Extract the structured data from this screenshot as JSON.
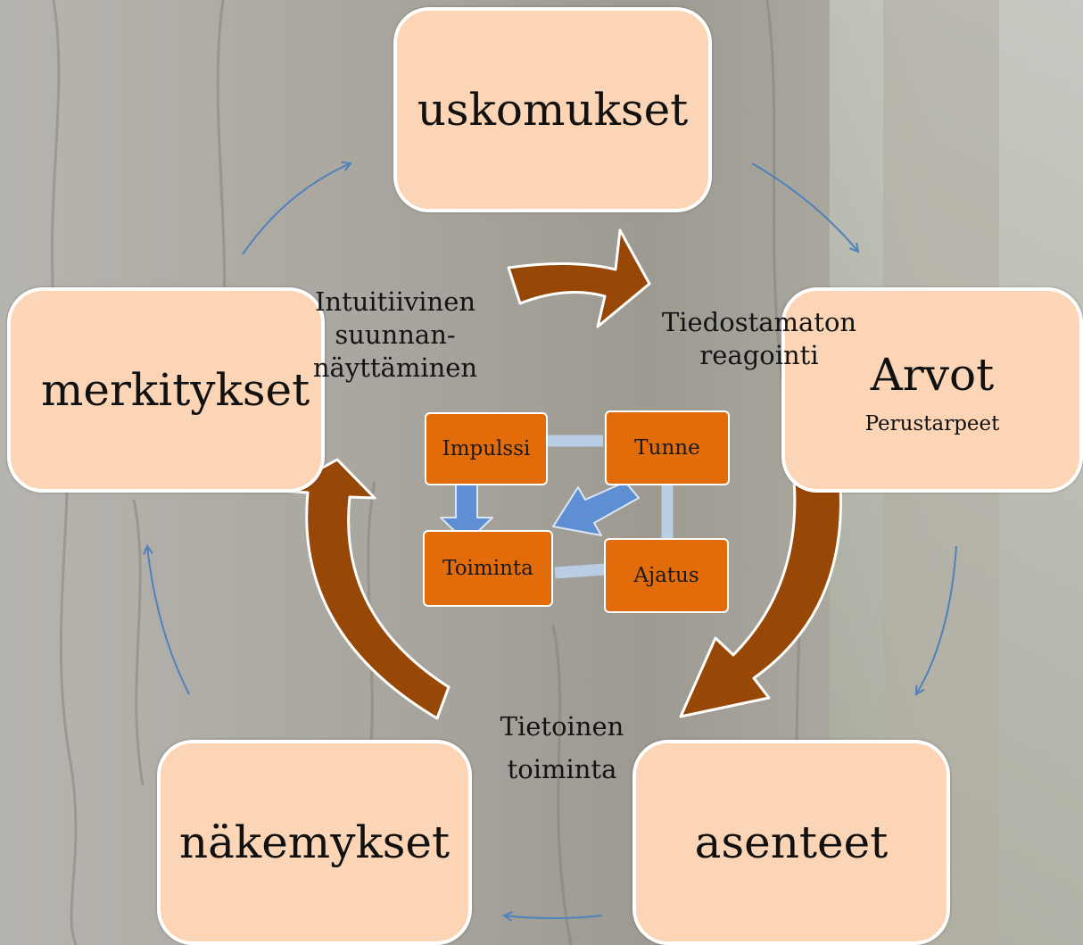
{
  "outer_nodes": {
    "uskomukset": "uskomukset",
    "arvot": "Arvot",
    "arvot_sub": "Perustarpeet",
    "asenteet": "asenteet",
    "nakemykset": "näkemykset",
    "merkitykset": "merkitykset"
  },
  "labels": {
    "intuitive_1": "Intuitiivinen",
    "intuitive_2": "suunnan-",
    "intuitive_3": "näyttäminen",
    "unconscious_1": "Tiedostamaton",
    "unconscious_2": "reagointi",
    "conscious_1": "Tietoinen",
    "conscious_2": "toiminta"
  },
  "inner_nodes": {
    "impulssi": "Impulssi",
    "tunne": "Tunne",
    "toiminta": "Toiminta",
    "ajatus": "Ajatus"
  },
  "colors": {
    "outer_box": "#fbd5b5",
    "inner_box": "#e36c0a",
    "big_arrow": "#984806",
    "thin_arrow": "#4f81bd",
    "connector": "#b9cde5"
  }
}
